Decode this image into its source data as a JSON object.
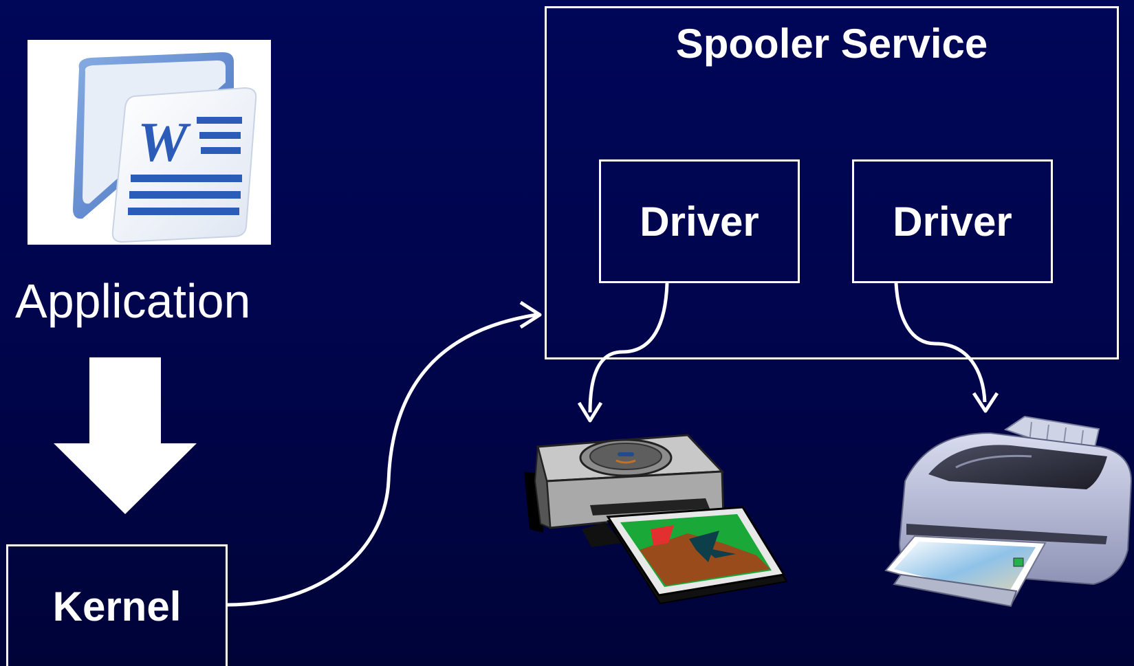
{
  "diagram": {
    "application_label": "Application",
    "kernel_label": "Kernel",
    "spooler_title": "Spooler Service",
    "drivers": [
      {
        "label": "Driver"
      },
      {
        "label": "Driver"
      }
    ],
    "icons": {
      "app_icon": "word-document-icon",
      "printer_left": "photo-printer-icon",
      "printer_right": "inkjet-printer-icon"
    },
    "colors": {
      "background": "#000658",
      "foreground": "#ffffff",
      "word_blue": "#2b5cb8"
    }
  }
}
